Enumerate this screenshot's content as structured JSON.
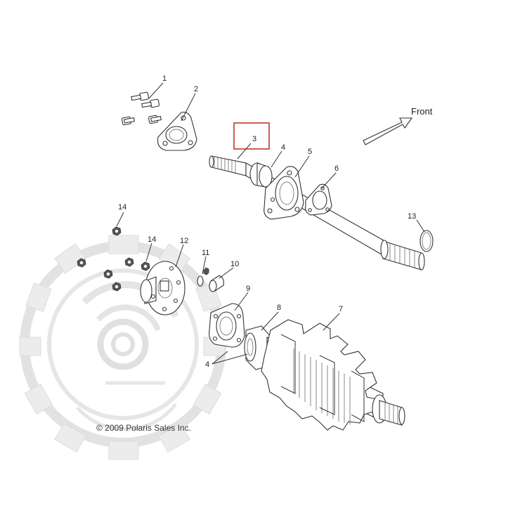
{
  "diagram": {
    "front_label": "Front",
    "copyright": "© 2009 Polaris Sales Inc.",
    "highlight_color": "#c0392b",
    "highlighted_callout": "3",
    "callouts": [
      {
        "id": "c1",
        "label": "1"
      },
      {
        "id": "c2",
        "label": "2"
      },
      {
        "id": "c3",
        "label": "3"
      },
      {
        "id": "c4a",
        "label": "4"
      },
      {
        "id": "c5",
        "label": "5"
      },
      {
        "id": "c6",
        "label": "6"
      },
      {
        "id": "c7",
        "label": "7"
      },
      {
        "id": "c8",
        "label": "8"
      },
      {
        "id": "c9",
        "label": "9"
      },
      {
        "id": "c10",
        "label": "10"
      },
      {
        "id": "c11",
        "label": "11"
      },
      {
        "id": "c12",
        "label": "12"
      },
      {
        "id": "c13",
        "label": "13"
      },
      {
        "id": "c14a",
        "label": "14"
      },
      {
        "id": "c14b",
        "label": "14"
      },
      {
        "id": "c4b",
        "label": "4"
      }
    ]
  }
}
